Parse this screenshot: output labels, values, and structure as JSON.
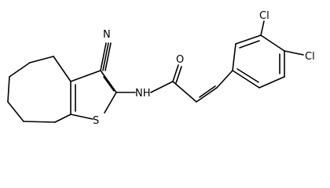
{
  "molecule": {
    "atom_labels": {
      "nitrile_n": "N",
      "ring_s": "S",
      "amide_nh": "NH",
      "carbonyl_o": "O",
      "cl_upper": "Cl",
      "cl_lower": "Cl"
    }
  }
}
